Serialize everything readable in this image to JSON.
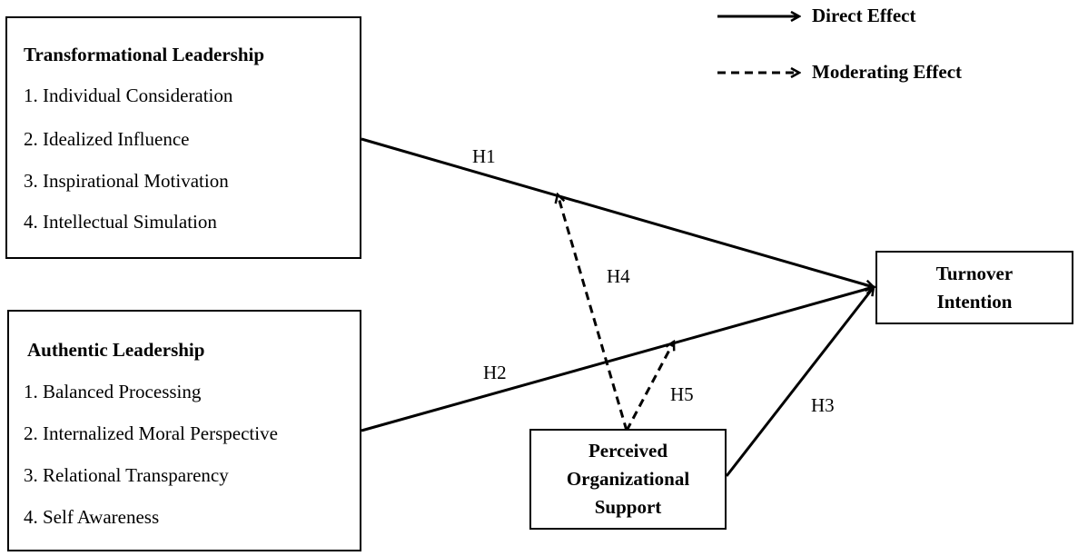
{
  "legend": {
    "direct_label": "Direct Effect",
    "moderating_label": "Moderating Effect"
  },
  "transformational": {
    "title": "Transformational Leadership",
    "items": [
      "1. Individual Consideration",
      "2. Idealized Influence",
      "3. Inspirational Motivation",
      "4. Intellectual Simulation"
    ]
  },
  "authentic": {
    "title": "Authentic Leadership",
    "items": [
      "1. Balanced Processing",
      "2. Internalized Moral Perspective",
      "3. Relational Transparency",
      "4. Self Awareness"
    ]
  },
  "turnover": {
    "line1": "Turnover",
    "line2": "Intention"
  },
  "pos": {
    "line1": "Perceived",
    "line2": "Organizational",
    "line3": "Support"
  },
  "hypotheses": {
    "h1": "H1",
    "h2": "H2",
    "h3": "H3",
    "h4": "H4",
    "h5": "H5"
  }
}
